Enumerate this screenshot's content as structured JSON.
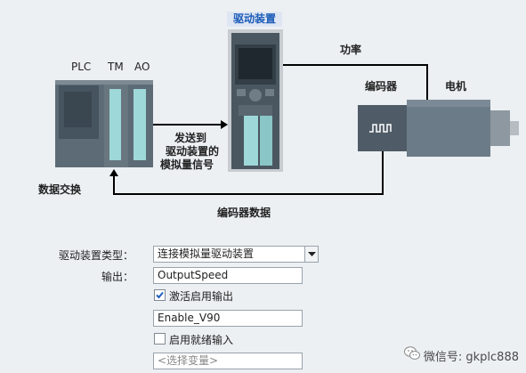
{
  "diagram": {
    "title_drive": "驱动装置",
    "label_plc": "PLC",
    "label_tm": "TM",
    "label_ao": "AO",
    "label_power": "功率",
    "label_encoder": "编码器",
    "label_motor": "电机",
    "label_send_line1": "发送到",
    "label_send_line2": "驱动装置的",
    "label_send_line3": "模拟量信号",
    "label_data_exchange": "数据交换",
    "label_encoder_data": "编码器数据",
    "colors": {
      "drive_title_bg": "#dfe6f3",
      "drive_title_text": "#1a5bb8",
      "device": "#5b6b77",
      "device_dark": "#3b474f",
      "screen": "#8fd3d6"
    }
  },
  "form": {
    "drive_type_label": "驱动装置类型：",
    "drive_type_value": "连接模拟量驱动装置",
    "output_label": "输出：",
    "output_value": "OutputSpeed",
    "activate_enable_label": "激活启用输出",
    "activate_enable_checked": true,
    "enable_value": "Enable_V90",
    "enable_ready_label": "启用就绪输入",
    "enable_ready_checked": false,
    "ready_placeholder": "<选择变量>"
  },
  "watermark": {
    "text": "微信号: gkplc888",
    "icon": "wechat-icon"
  }
}
